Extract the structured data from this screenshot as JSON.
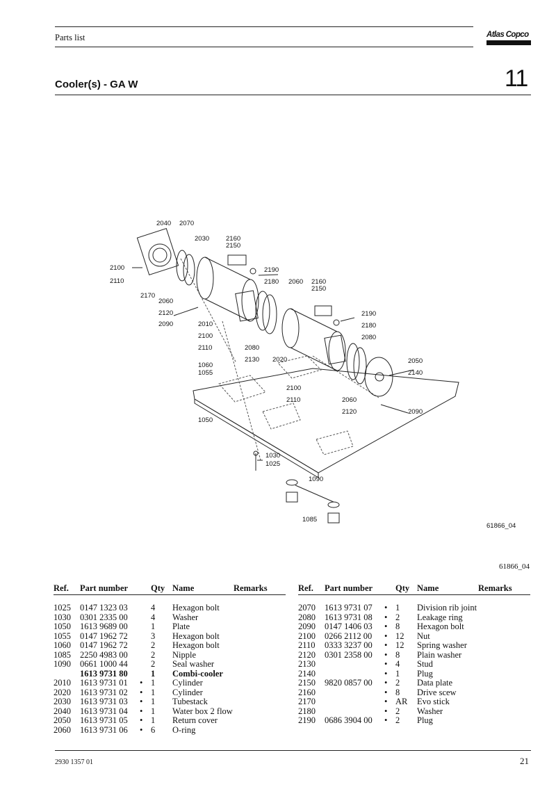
{
  "header": {
    "label": "Parts list",
    "logo_text": "Atlas Copco"
  },
  "title": "Cooler(s) - GA W",
  "section_number": "11",
  "diagram": {
    "code_in_figure": "61866_04",
    "callouts": [
      "2040",
      "2070",
      "2030",
      "2160",
      "2150",
      "2100",
      "2110",
      "2190",
      "2180",
      "2060",
      "2160",
      "2150",
      "2170",
      "2060",
      "2120",
      "2090",
      "2010",
      "2190",
      "2180",
      "2100",
      "2080",
      "2110",
      "2080",
      "2130",
      "2020",
      "2050",
      "2140",
      "1060",
      "1055",
      "2100",
      "2110",
      "2060",
      "2120",
      "2090",
      "1050",
      "1030",
      "1025",
      "1090",
      "1085"
    ]
  },
  "figure_code": "61866_04",
  "table": {
    "columns": {
      "ref": "Ref.",
      "part_number": "Part number",
      "qty": "Qty",
      "name": "Name",
      "remarks": "Remarks"
    },
    "left": [
      {
        "ref": "1025",
        "part": "0147 1323 03",
        "bullet": "",
        "qty": "4",
        "name": "Hexagon bolt"
      },
      {
        "ref": "1030",
        "part": "0301 2335 00",
        "bullet": "",
        "qty": "4",
        "name": "Washer"
      },
      {
        "ref": "1050",
        "part": "1613 9689 00",
        "bullet": "",
        "qty": "1",
        "name": "Plate"
      },
      {
        "ref": "1055",
        "part": "0147 1962 72",
        "bullet": "",
        "qty": "3",
        "name": "Hexagon bolt"
      },
      {
        "ref": "1060",
        "part": "0147 1962 72",
        "bullet": "",
        "qty": "2",
        "name": "Hexagon bolt"
      },
      {
        "ref": "1085",
        "part": "2250 4983 00",
        "bullet": "",
        "qty": "2",
        "name": "Nipple"
      },
      {
        "ref": "1090",
        "part": "0661 1000 44",
        "bullet": "",
        "qty": "2",
        "name": "Seal washer"
      },
      {
        "ref": "",
        "part": "1613 9731 80",
        "bullet": "",
        "qty": "1",
        "name": "Combi-cooler",
        "bold": true
      },
      {
        "ref": "2010",
        "part": "1613 9731 01",
        "bullet": "•",
        "qty": "1",
        "name": "Cylinder"
      },
      {
        "ref": "2020",
        "part": "1613 9731 02",
        "bullet": "•",
        "qty": "1",
        "name": "Cylinder"
      },
      {
        "ref": "2030",
        "part": "1613 9731 03",
        "bullet": "•",
        "qty": "1",
        "name": "Tubestack"
      },
      {
        "ref": "2040",
        "part": "1613 9731 04",
        "bullet": "•",
        "qty": "1",
        "name": "Water box 2 flow"
      },
      {
        "ref": "2050",
        "part": "1613 9731 05",
        "bullet": "•",
        "qty": "1",
        "name": "Return cover"
      },
      {
        "ref": "2060",
        "part": "1613 9731 06",
        "bullet": "•",
        "qty": "6",
        "name": "O-ring"
      }
    ],
    "right": [
      {
        "ref": "2070",
        "part": "1613 9731 07",
        "bullet": "•",
        "qty": "1",
        "name": "Division rib joint"
      },
      {
        "ref": "2080",
        "part": "1613 9731 08",
        "bullet": "•",
        "qty": "2",
        "name": "Leakage ring"
      },
      {
        "ref": "2090",
        "part": "0147 1406 03",
        "bullet": "•",
        "qty": "8",
        "name": "Hexagon bolt"
      },
      {
        "ref": "2100",
        "part": "0266 2112 00",
        "bullet": "•",
        "qty": "12",
        "name": "Nut"
      },
      {
        "ref": "2110",
        "part": "0333 3237 00",
        "bullet": "•",
        "qty": "12",
        "name": "Spring washer"
      },
      {
        "ref": "2120",
        "part": "0301 2358 00",
        "bullet": "•",
        "qty": "8",
        "name": "Plain washer"
      },
      {
        "ref": "2130",
        "part": "",
        "bullet": "•",
        "qty": "4",
        "name": "Stud"
      },
      {
        "ref": "2140",
        "part": "",
        "bullet": "•",
        "qty": "1",
        "name": "Plug"
      },
      {
        "ref": "2150",
        "part": "9820 0857 00",
        "bullet": "•",
        "qty": "2",
        "name": "Data plate"
      },
      {
        "ref": "2160",
        "part": "",
        "bullet": "•",
        "qty": "8",
        "name": "Drive scew"
      },
      {
        "ref": "2170",
        "part": "",
        "bullet": "•",
        "qty": "AR",
        "name": "Evo stick"
      },
      {
        "ref": "2180",
        "part": "",
        "bullet": "•",
        "qty": "2",
        "name": "Washer"
      },
      {
        "ref": "2190",
        "part": "0686 3904 00",
        "bullet": "•",
        "qty": "2",
        "name": "Plug"
      }
    ]
  },
  "footer": {
    "document_code": "2930 1357 01",
    "page_number": "21"
  }
}
